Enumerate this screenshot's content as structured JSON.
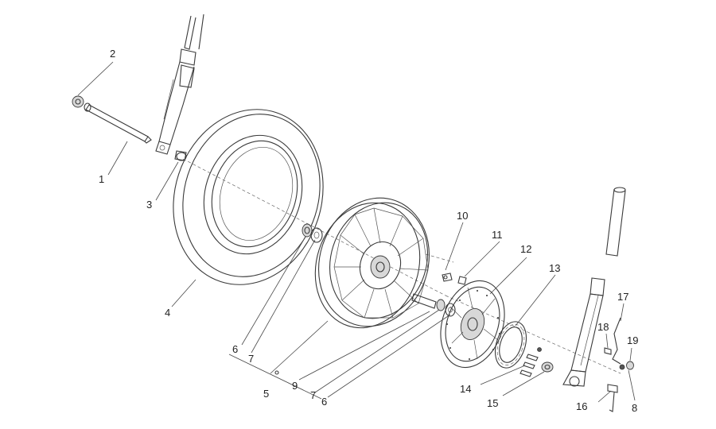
{
  "diagram": {
    "callouts": [
      {
        "id": "c1",
        "text": "1"
      },
      {
        "id": "c2",
        "text": "2"
      },
      {
        "id": "c3",
        "text": "3"
      },
      {
        "id": "c4",
        "text": "4"
      },
      {
        "id": "c5",
        "text": "5"
      },
      {
        "id": "c6a",
        "text": "6"
      },
      {
        "id": "c7a",
        "text": "7"
      },
      {
        "id": "c6b",
        "text": "6"
      },
      {
        "id": "c7b",
        "text": "7"
      },
      {
        "id": "c8",
        "text": "8"
      },
      {
        "id": "c9",
        "text": "9"
      },
      {
        "id": "c10",
        "text": "10"
      },
      {
        "id": "c11",
        "text": "11"
      },
      {
        "id": "c12",
        "text": "12"
      },
      {
        "id": "c13",
        "text": "13"
      },
      {
        "id": "c14",
        "text": "14"
      },
      {
        "id": "c15",
        "text": "15"
      },
      {
        "id": "c16",
        "text": "16"
      },
      {
        "id": "c17",
        "text": "17"
      },
      {
        "id": "c18",
        "text": "18"
      },
      {
        "id": "c19",
        "text": "19"
      }
    ]
  }
}
